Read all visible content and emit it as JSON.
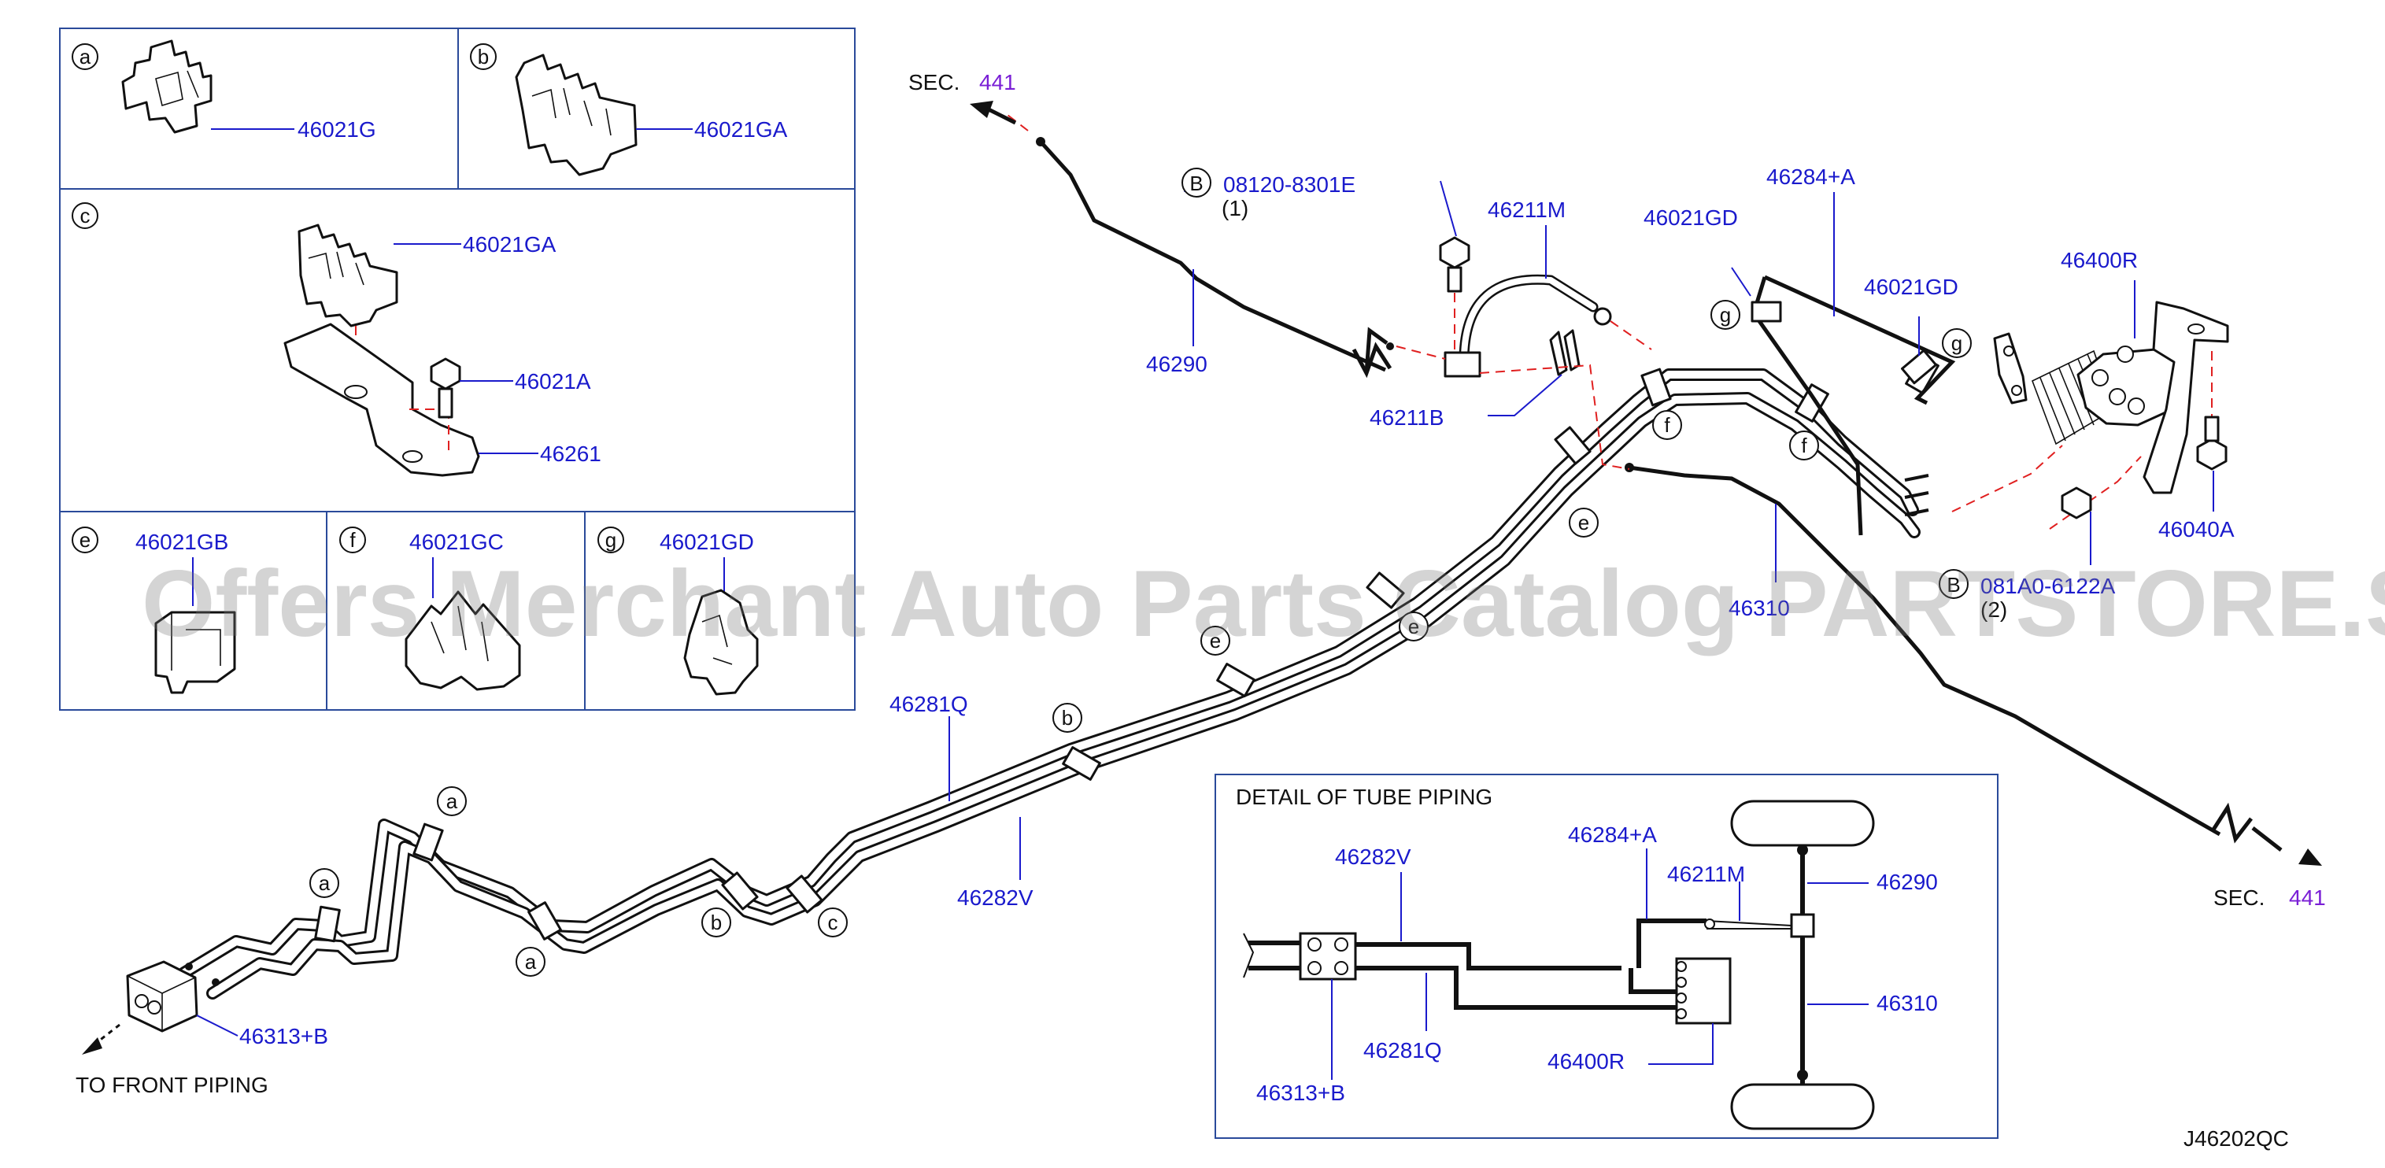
{
  "callouts": {
    "a": "a",
    "b": "b",
    "c": "c",
    "d": "B",
    "e": "e",
    "f": "f",
    "g": "g"
  },
  "parts": {
    "p_46021G": "46021G",
    "p_46021GA": "46021GA",
    "p_46021GA_c": "46021GA",
    "p_46021A": "46021A",
    "p_46261": "46261",
    "p_46021GB": "46021GB",
    "p_46021GC": "46021GC",
    "p_46021GD_g": "46021GD",
    "p_08120": "08120-8301E",
    "p_08120_qty": "(1)",
    "p_46211M": "46211M",
    "p_46021GD": "46021GD",
    "p_46284A": "46284+A",
    "p_46021GD_2": "46021GD",
    "p_46400R": "46400R",
    "p_46290": "46290",
    "p_46211B": "46211B",
    "p_46040A": "46040A",
    "p_bolt2": "081A0-6122A",
    "p_bolt2_qty": "(2)",
    "p_46310_partial": "46310",
    "p_46281Q": "46281Q",
    "p_46282V": "46282V",
    "p_46313B": "46313+B",
    "sec1": "SEC.",
    "sec1_num": "441",
    "sec2": "SEC.",
    "sec2_num": "441",
    "to_front": "TO  FRONT  PIPING",
    "diagram_code": "J46202QC"
  },
  "detail": {
    "title": "DETAIL  OF  TUBE  PIPING",
    "d_46282V": "46282V",
    "d_46284A": "46284+A",
    "d_46211M": "46211M",
    "d_46290": "46290",
    "d_46310": "46310",
    "d_46281Q": "46281Q",
    "d_46400R": "46400R",
    "d_46313B": "46313+B"
  },
  "watermark": "Offers Merchant Auto Parts Catalog PARTSTORE.SA",
  "colors": {
    "part_number": "#1a1acc",
    "section_ref": "#7a1fd6",
    "dashed_guide": "#e02020"
  }
}
